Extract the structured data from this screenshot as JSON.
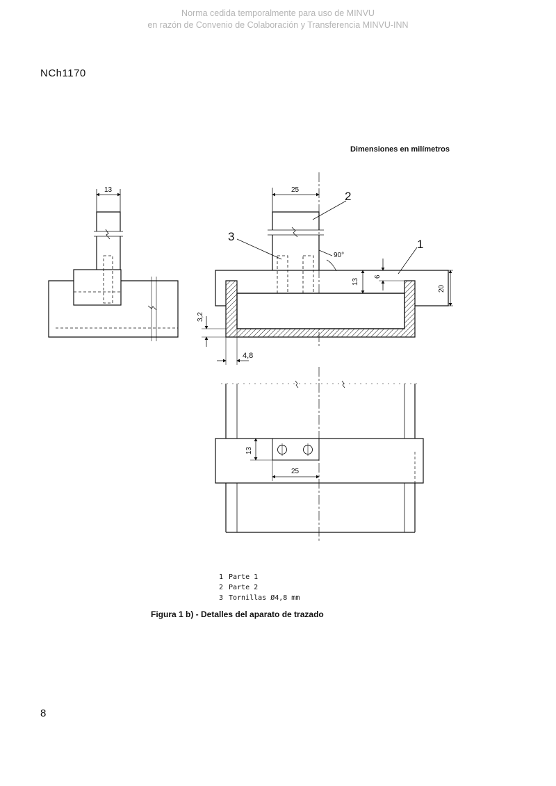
{
  "watermark": {
    "line1": "Norma cedida temporalmente para uso de MINVU",
    "line2": "en razón de Convenio de Colaboración y Transferencia MINVU-INN"
  },
  "header": {
    "standard_code": "NCh1170"
  },
  "figure": {
    "units_note": "Dimensiones en milímetros",
    "dimensions": {
      "left_width": "13",
      "top_width": "25",
      "angle": "90°",
      "height_13": "13",
      "height_6": "6",
      "height_20": "20",
      "thickness_32": "3,2",
      "thickness_48": "4,8",
      "plan_13": "13",
      "plan_25": "25"
    },
    "callouts": {
      "c1": "1",
      "c2": "2",
      "c3": "3"
    },
    "legend": [
      {
        "num": "1",
        "text": "Parte 1"
      },
      {
        "num": "2",
        "text": "Parte 2"
      },
      {
        "num": "3",
        "text": "Tornillas Ø4,8 mm"
      }
    ],
    "caption": "Figura 1 b) - Detalles del aparato de trazado"
  },
  "footer": {
    "page_number": "8"
  }
}
